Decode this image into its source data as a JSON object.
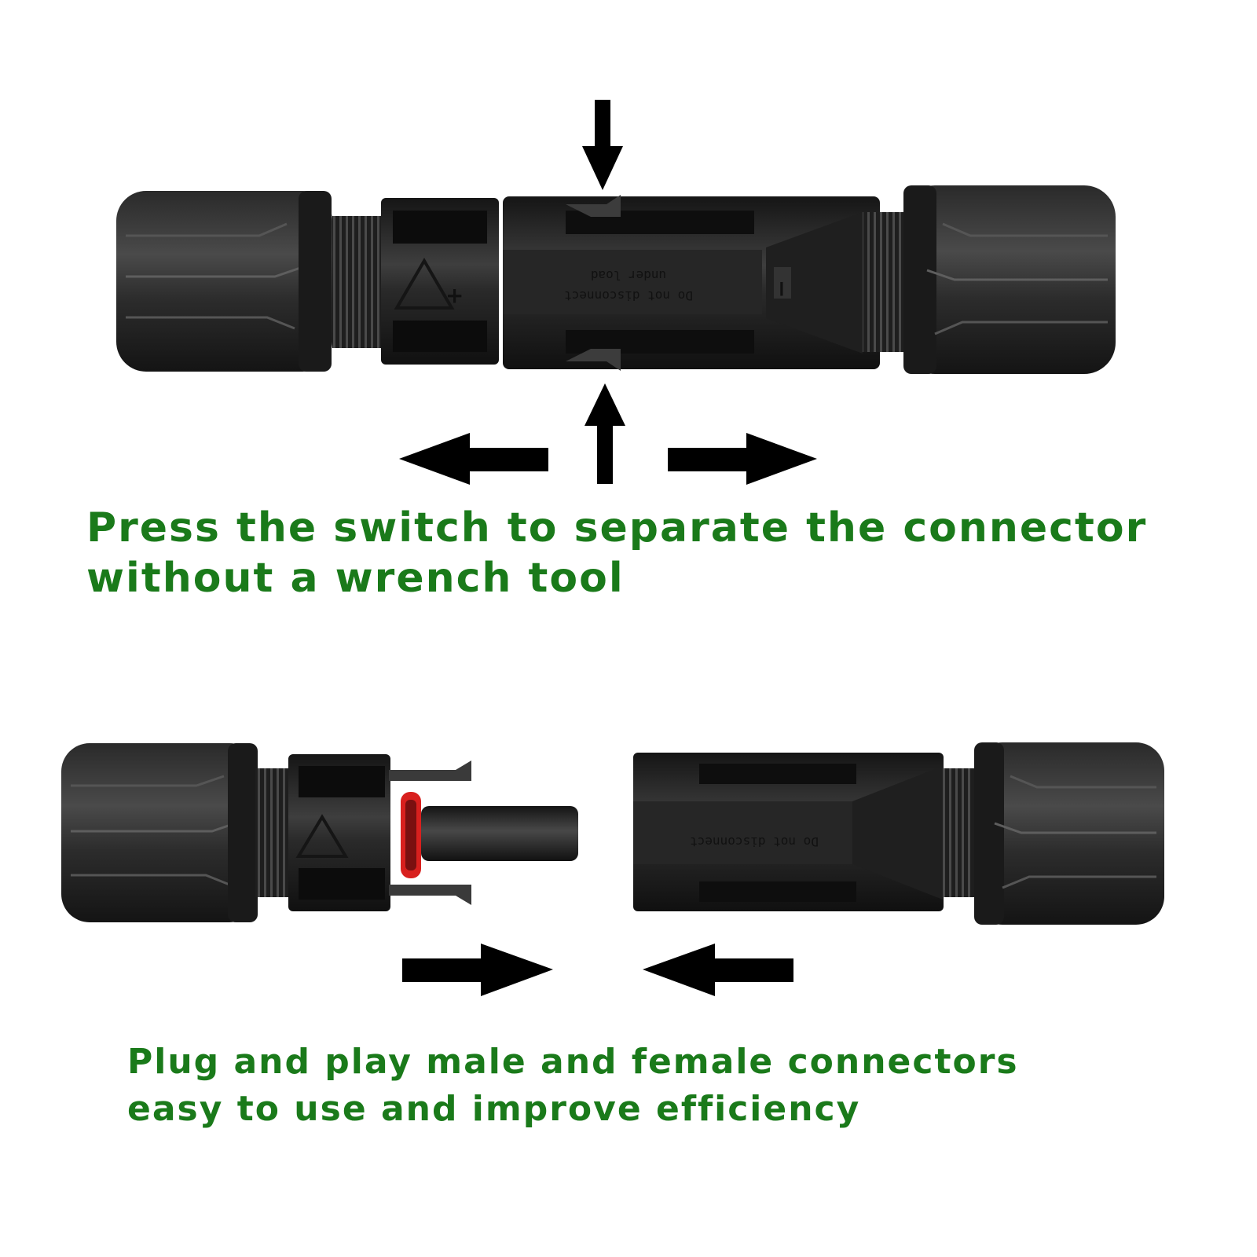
{
  "captions": {
    "separate": {
      "line1": "Press the switch to separate the connector",
      "line2": "without a wrench tool"
    },
    "connect": {
      "line1": "Plug and play male and female connectors",
      "line2": "easy to use and improve efficiency"
    }
  },
  "connector": {
    "embossed_text": "Do not disconnect",
    "embossed_subtext": "under load",
    "male_polarity": "+",
    "female_polarity": "−"
  },
  "colors": {
    "caption": "#1a7a1a",
    "body_dark": "#1c1c1c",
    "body_mid": "#3a3a3a",
    "highlight": "#5a5a5a",
    "oring": "#d8201e",
    "arrow": "#000000",
    "background": "#ffffff"
  },
  "icons": {
    "press_down": "arrow-down-icon",
    "press_up": "arrow-up-icon",
    "pull_left": "arrow-left-icon",
    "pull_right": "arrow-right-icon",
    "push_right": "arrow-right-icon",
    "push_left": "arrow-left-icon",
    "warning": "warning-triangle-icon"
  }
}
